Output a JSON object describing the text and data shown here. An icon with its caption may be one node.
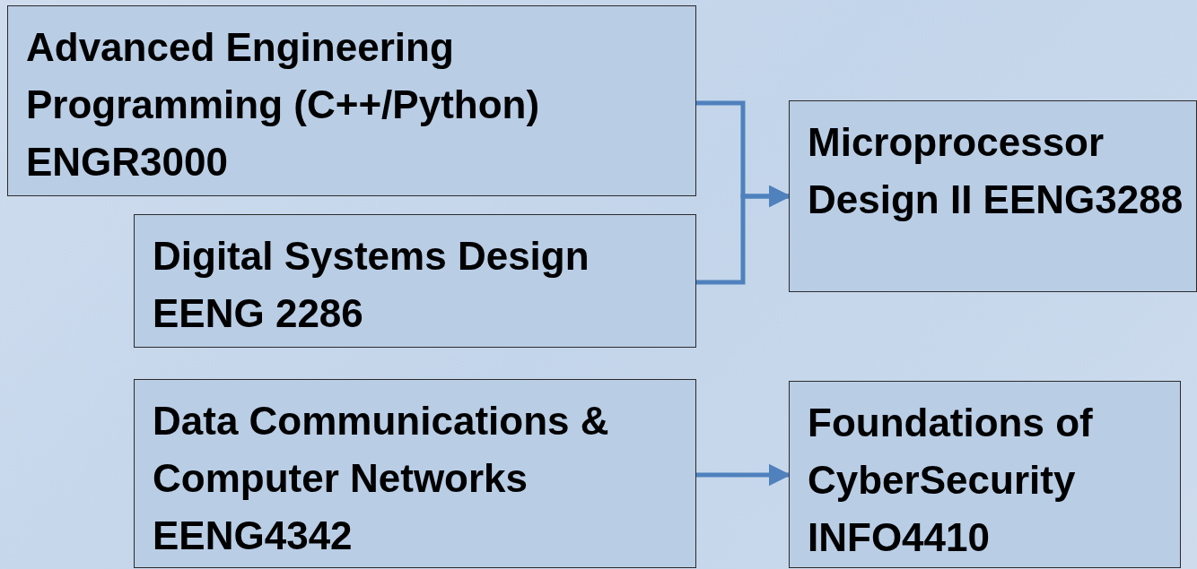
{
  "diagram": {
    "nodes": [
      {
        "text": [
          "Advanced Engineering Programming (C++/Python) ENGR3000"
        ]
      },
      {
        "text": [
          "Digital Systems Design EENG 2286"
        ]
      },
      {
        "text": [
          "Microprocessor Design II EENG3288"
        ]
      },
      {
        "text": [
          "Data Communications & Computer Networks EENG4342"
        ]
      },
      {
        "text": [
          "Foundations of CyberSecurity INFO4410"
        ]
      }
    ],
    "edges": [
      {
        "from": 0,
        "to": 2,
        "arrow": "to"
      },
      {
        "from": 1,
        "to": 2,
        "arrow": "to"
      },
      {
        "from": 3,
        "to": 4,
        "arrow": "to"
      }
    ]
  }
}
